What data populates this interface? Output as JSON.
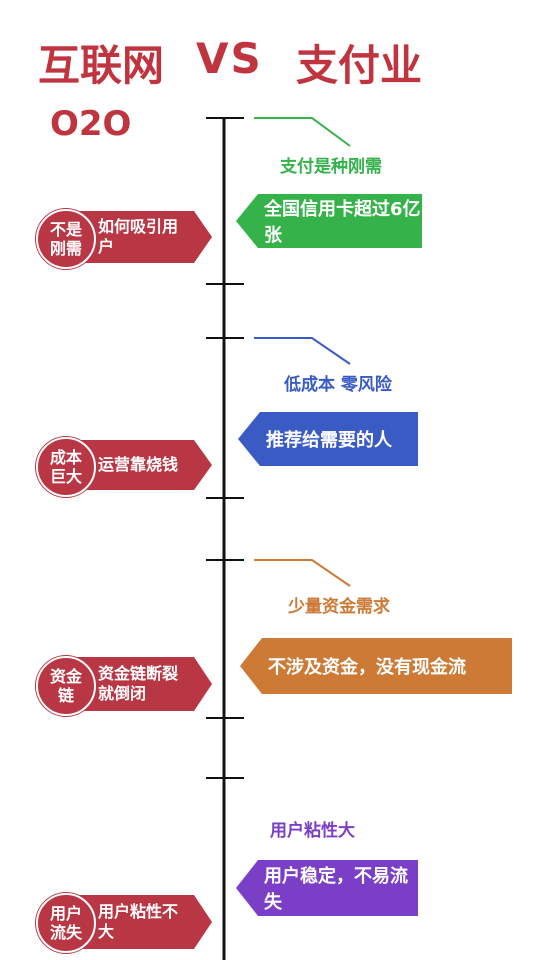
{
  "header": {
    "left": "互联网",
    "vs": "VS",
    "right": "支付业",
    "subtitle": "O2O"
  },
  "colors": {
    "red": "#b93744",
    "green": "#35b24a",
    "blue": "#3b5bc4",
    "orange": "#cc7a36",
    "purple": "#7a3fc6"
  },
  "rows": [
    {
      "circle": "不是刚需",
      "issue": "如何吸引用户",
      "caption": "支付是种刚需",
      "banner": "全国信用卡超过6亿张"
    },
    {
      "circle": "成本巨大",
      "issue": "运营靠烧钱",
      "caption": "低成本 零风险",
      "banner": "推荐给需要的人"
    },
    {
      "circle": "资金链",
      "issue": "资金链断裂就倒闭",
      "caption": "少量资金需求",
      "banner": "不涉及资金，没有现金流"
    },
    {
      "circle": "用户流失",
      "issue": "用户粘性不大",
      "caption": "用户粘性大",
      "banner": "用户稳定，不易流失"
    }
  ]
}
